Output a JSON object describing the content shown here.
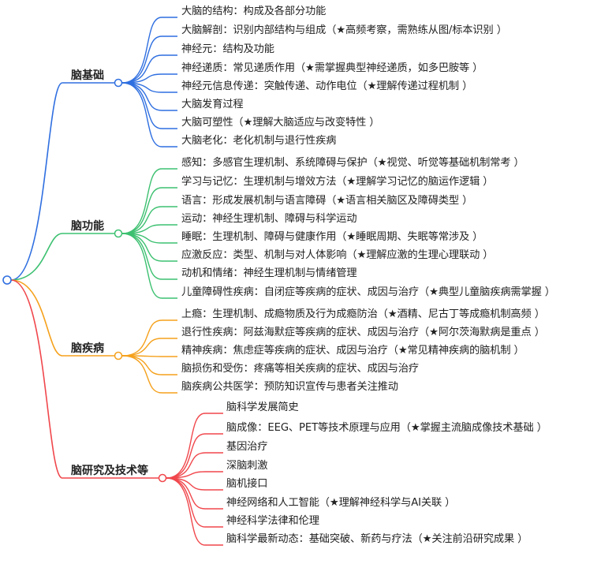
{
  "mindmap": {
    "branches": [
      {
        "label": "脑基础",
        "color": "#2f6fe0",
        "items": [
          "大脑的结构：构成及各部分功能",
          "大脑解剖：识别内部结构与组成（★高频考察，需熟练从图/标本识别 ）",
          "神经元：结构及功能",
          "神经递质：常见递质作用（★需掌握典型神经递质，如多巴胺等 ）",
          "神经元信息传递：突触传递、动作电位（★理解传递过程机制 ）",
          "大脑发育过程",
          "大脑可塑性（★理解大脑适应与改变特性 ）",
          "大脑老化：老化机制与退行性疾病"
        ]
      },
      {
        "label": "脑功能",
        "color": "#3cc070",
        "items": [
          "感知：多感官生理机制、系统障碍与保护（★视觉、听觉等基础机制常考 ）",
          "学习与记忆：生理机制与增效方法（★理解学习记忆的脑运作逻辑 ）",
          "语言：形成发展机制与语言障碍（★语言相关脑区及障碍类型 ）",
          "运动：神经生理机制、障碍与科学运动",
          "睡眠：生理机制、障碍与健康作用（★睡眠周期、失眠等常涉及 ）",
          "应激反应：类型、机制与对人体影响（★理解应激的生理心理联动 ）",
          "动机和情绪：神经生理机制与情绪管理",
          "儿童障碍性疾病：自闭症等疾病的症状、成因与治疗（★典型儿童脑疾病需掌握 ）"
        ]
      },
      {
        "label": "脑疾病",
        "color": "#f5a11c",
        "items": [
          "上瘾：生理机制、成瘾物质及行为成瘾防治（★酒精、尼古丁等成瘾机制高频 ）",
          "退行性疾病：阿兹海默症等疾病的症状、成因与治疗（★阿尔茨海默病是重点 ）",
          "精神疾病：焦虑症等疾病的症状、成因与治疗（★常见精神疾病的脑机制 ）",
          "脑损伤和受伤：疼痛等相关疾病的症状、成因与治疗",
          "脑疾病公共医学：预防知识宣传与患者关注推动"
        ]
      },
      {
        "label": "脑研究及技术等",
        "color": "#f0474c",
        "items": [
          "脑科学发展简史",
          "脑成像：EEG、PET等技术原理与应用（★掌握主流脑成像技术基础 ）",
          "基因治疗",
          "深脑刺激",
          "脑机接口",
          "神经网络和人工智能（★理解神经科学与AI关联 ）",
          "神经科学法律和伦理",
          "脑科学最新动态：基础突破、新药与疗法（★关注前沿研究成果 ）"
        ]
      }
    ]
  }
}
